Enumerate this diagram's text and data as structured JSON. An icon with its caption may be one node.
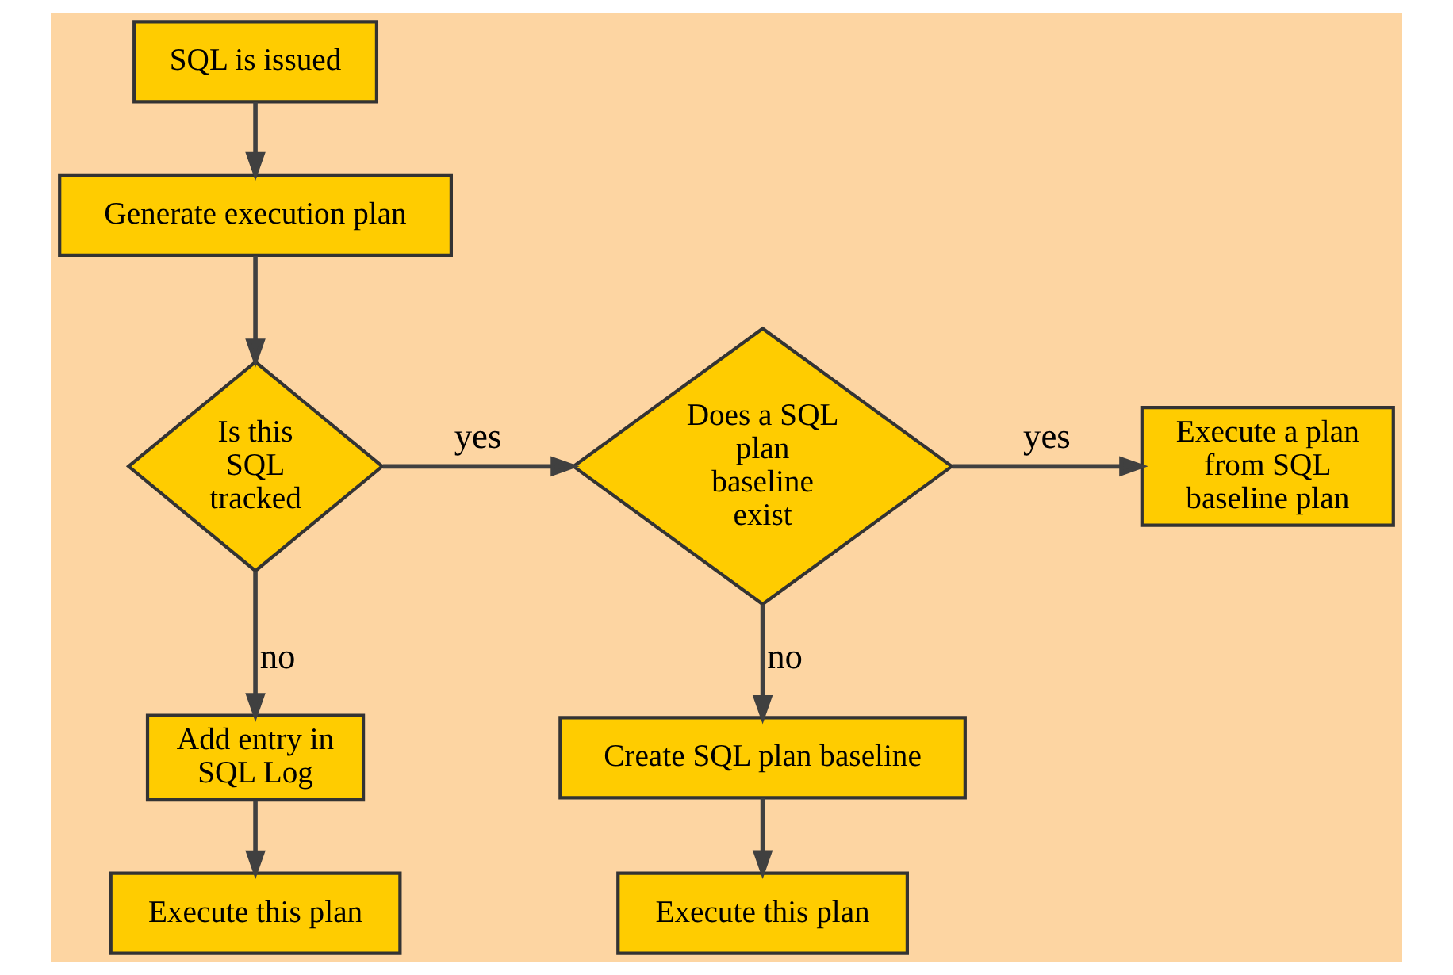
{
  "diagram": {
    "nodes": [
      {
        "text": [
          "SQL is issued"
        ]
      },
      {
        "text": [
          "Generate execution plan"
        ]
      },
      {
        "text": [
          "Is this SQL tracked"
        ]
      },
      {
        "text": [
          "Does a SQL plan baseline exist"
        ]
      },
      {
        "text": [
          "Execute a plan from SQL baseline plan"
        ]
      },
      {
        "text": [
          "Add entry in SQL Log"
        ]
      },
      {
        "text": [
          "Create SQL plan baseline"
        ]
      },
      {
        "text": [
          "Execute this plan"
        ]
      },
      {
        "text": [
          "Execute this plan"
        ]
      }
    ],
    "edges": [
      {
        "from": 0,
        "to": 1,
        "arrow": "to"
      },
      {
        "from": 1,
        "to": 2,
        "arrow": "to"
      },
      {
        "from": 2,
        "to": 3,
        "arrow": "to",
        "label": "yes"
      },
      {
        "from": 3,
        "to": 4,
        "arrow": "to",
        "label": "yes"
      },
      {
        "from": 2,
        "to": 5,
        "arrow": "to",
        "label": "no"
      },
      {
        "from": 5,
        "to": 7,
        "arrow": "to"
      },
      {
        "from": 3,
        "to": 6,
        "arrow": "to",
        "label": "no"
      },
      {
        "from": 6,
        "to": 8,
        "arrow": "to"
      }
    ]
  }
}
